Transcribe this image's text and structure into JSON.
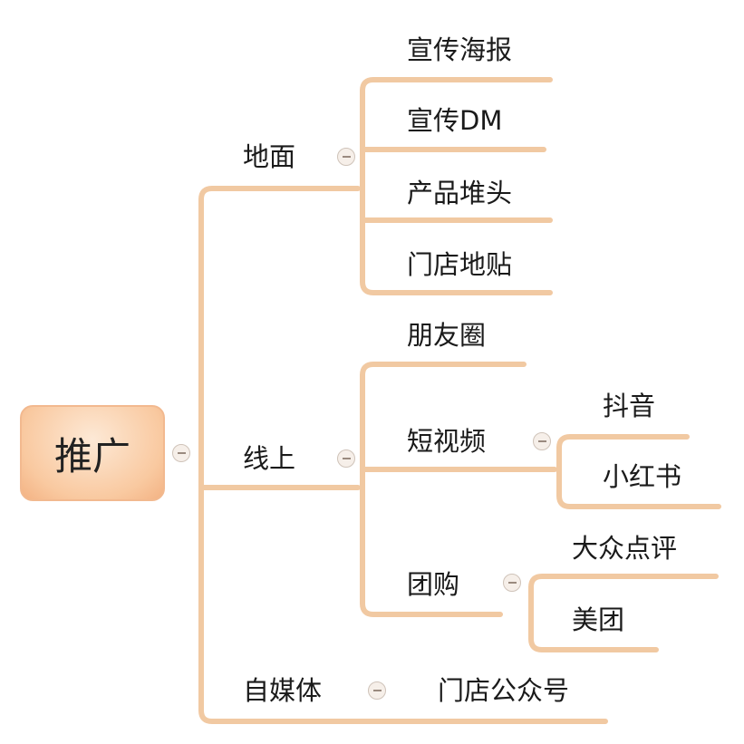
{
  "root": {
    "label": "推广"
  },
  "branches": {
    "ground": {
      "label": "地面",
      "children": [
        "宣传海报",
        "宣传DM",
        "产品堆头",
        "门店地贴"
      ]
    },
    "online": {
      "label": "线上",
      "children": {
        "moments": "朋友圈",
        "short_video": {
          "label": "短视频",
          "children": [
            "抖音",
            "小红书"
          ]
        },
        "group_buy": {
          "label": "团购",
          "children": [
            "大众点评",
            "美团"
          ]
        }
      }
    },
    "self_media": {
      "label": "自媒体",
      "children": [
        "门店公众号"
      ]
    }
  },
  "colors": {
    "line": "#f1c9a2",
    "root_fill": "#f9c9a0"
  }
}
